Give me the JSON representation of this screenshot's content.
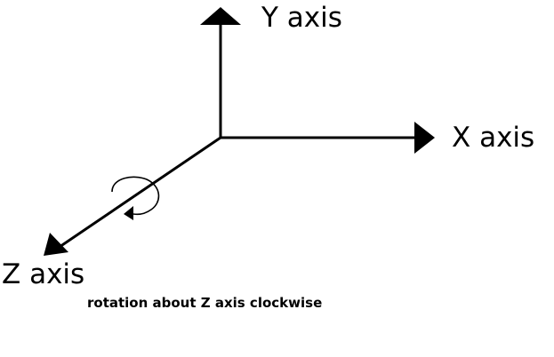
{
  "diagram": {
    "y_axis_label": "Y axis",
    "x_axis_label": "X axis",
    "z_axis_label": "Z axis",
    "caption": "rotation about Z axis clockwise",
    "line_color": "#000000",
    "background_color": "#ffffff"
  }
}
